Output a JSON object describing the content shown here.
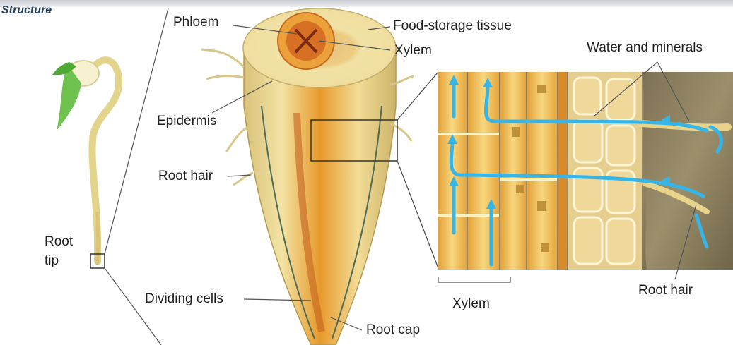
{
  "title": "Structure",
  "colors": {
    "root_tissue": "#f2d98a",
    "root_core": "#e89a2a",
    "arrow": "#36b6e8",
    "soil": "#8b7d5a",
    "label_text": "#1f1f1f"
  },
  "labels": {
    "phloem": "Phloem",
    "food_storage": "Food-storage tissue",
    "xylem_top": "Xylem",
    "water_minerals": "Water and minerals",
    "epidermis": "Epidermis",
    "root_hair_left": "Root hair",
    "root": "Root",
    "tip": "tip",
    "dividing_cells": "Dividing cells",
    "root_cap": "Root cap",
    "xylem_bottom": "Xylem",
    "root_hair_right": "Root hair"
  }
}
